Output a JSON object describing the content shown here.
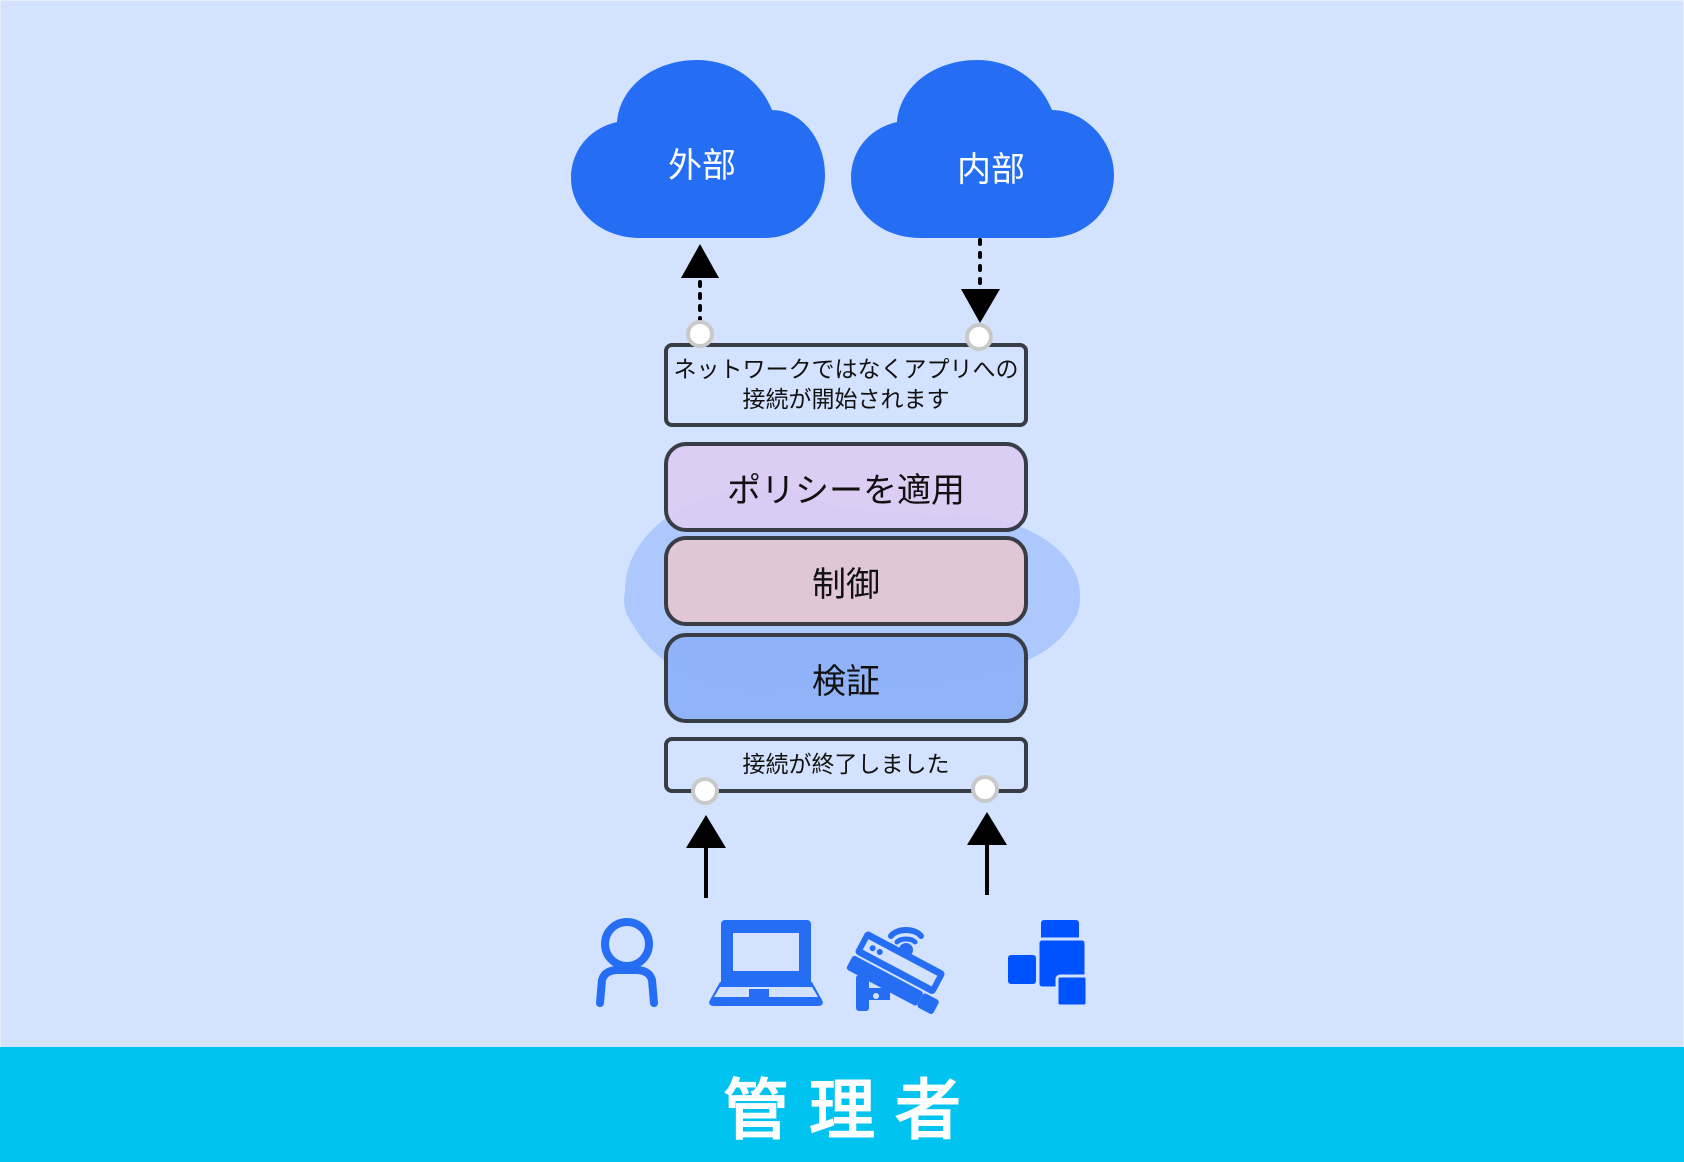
{
  "clouds": {
    "external": {
      "label": "外部"
    },
    "internal": {
      "label": "内部"
    }
  },
  "flow": {
    "start_note": "ネットワークではなくアプリへの接続が開始されます",
    "start_note_lines": [
      "ネットワークではなくアプリへの",
      "接続が開始されます"
    ],
    "layers": [
      {
        "label": "ポリシーを適用",
        "color": "#dccbf3"
      },
      {
        "label": "制御",
        "color": "#e6c7d1"
      },
      {
        "label": "検証",
        "color": "#8db1f8"
      }
    ],
    "end_note": "接続が終了しました"
  },
  "devices": [
    {
      "name": "user-icon"
    },
    {
      "name": "laptop-icon"
    },
    {
      "name": "security-camera-icon"
    },
    {
      "name": "workload-icon"
    }
  ],
  "footer": {
    "label": "管理者"
  },
  "colors": {
    "background": "#d3e2fe",
    "cloud": "#256ef4",
    "icon": "#256ef4",
    "workload": "#0052ff",
    "footer": "#00c3f0",
    "border": "#383c45"
  }
}
